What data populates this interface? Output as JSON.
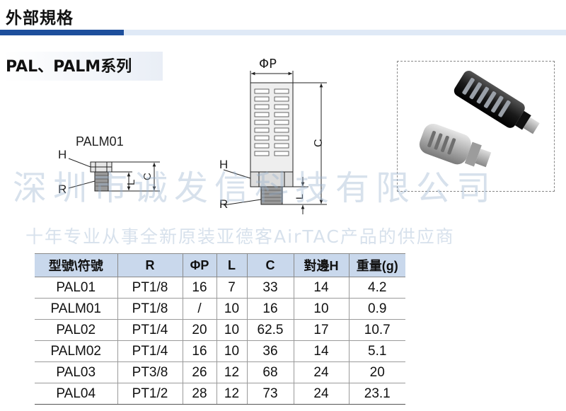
{
  "header": {
    "title": "外部規格",
    "series": "PAL、PALM系列"
  },
  "drawing_small": {
    "model": "PALM01",
    "labels": {
      "h": "H",
      "r": "R",
      "l": "L",
      "c": "C"
    }
  },
  "drawing_large": {
    "labels": {
      "diameter": "ΦP",
      "c": "C",
      "h": "H",
      "r": "R",
      "l": "L"
    }
  },
  "watermark": {
    "main": "深圳市诚发信科技有限公司",
    "sub": "十年专业从事全新原装亚德客AirTAC产品的供应商"
  },
  "table": {
    "columns": [
      "型號\\符號",
      "R",
      "ΦP",
      "L",
      "C",
      "對邊H",
      "重量(g)"
    ],
    "rows": [
      [
        "PAL01",
        "PT1/8",
        "16",
        "7",
        "33",
        "14",
        "4.2"
      ],
      [
        "PALM01",
        "PT1/8",
        "/",
        "10",
        "16",
        "10",
        "0.9"
      ],
      [
        "PAL02",
        "PT1/4",
        "20",
        "10",
        "62.5",
        "17",
        "10.7"
      ],
      [
        "PALM02",
        "PT1/4",
        "16",
        "10",
        "36",
        "14",
        "5.1"
      ],
      [
        "PAL03",
        "PT3/8",
        "26",
        "12",
        "68",
        "24",
        "20"
      ],
      [
        "PAL04",
        "PT1/2",
        "28",
        "12",
        "73",
        "24",
        "23.1"
      ]
    ]
  },
  "colors": {
    "accent_bar": "#1d4f9c",
    "header_fill": "#c9d8ec"
  }
}
